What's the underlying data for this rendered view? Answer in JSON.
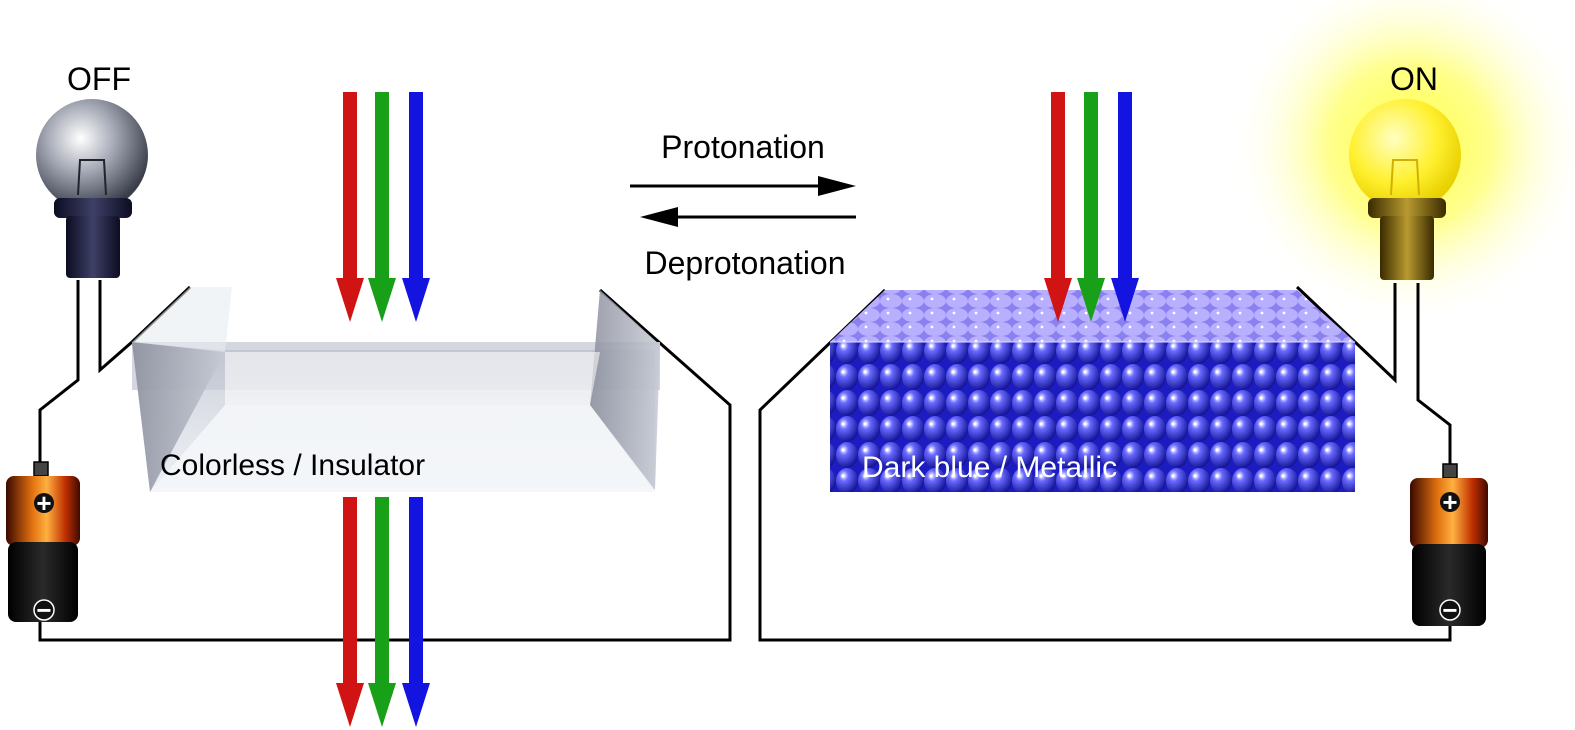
{
  "left_state": {
    "bulb_label": "OFF",
    "material_label": "Colorless / Insulator",
    "battery_plus": "+",
    "battery_minus": "−"
  },
  "right_state": {
    "bulb_label": "ON",
    "material_label": "Dark blue / Metallic",
    "battery_plus": "+",
    "battery_minus": "−"
  },
  "transition": {
    "forward_label": "Protonation",
    "reverse_label": "Deprotonation"
  },
  "colors": {
    "light_red": "#d01414",
    "light_green": "#18a018",
    "light_blue": "#1414e0",
    "metallic_blue": "#2a2ad8",
    "bulb_on": "#ffee30",
    "bulb_off": "#9aa0b0",
    "wire": "#000000"
  },
  "icons": [
    "light-bulb-off-icon",
    "light-bulb-on-icon",
    "battery-icon",
    "rgb-light-arrow-icon"
  ]
}
